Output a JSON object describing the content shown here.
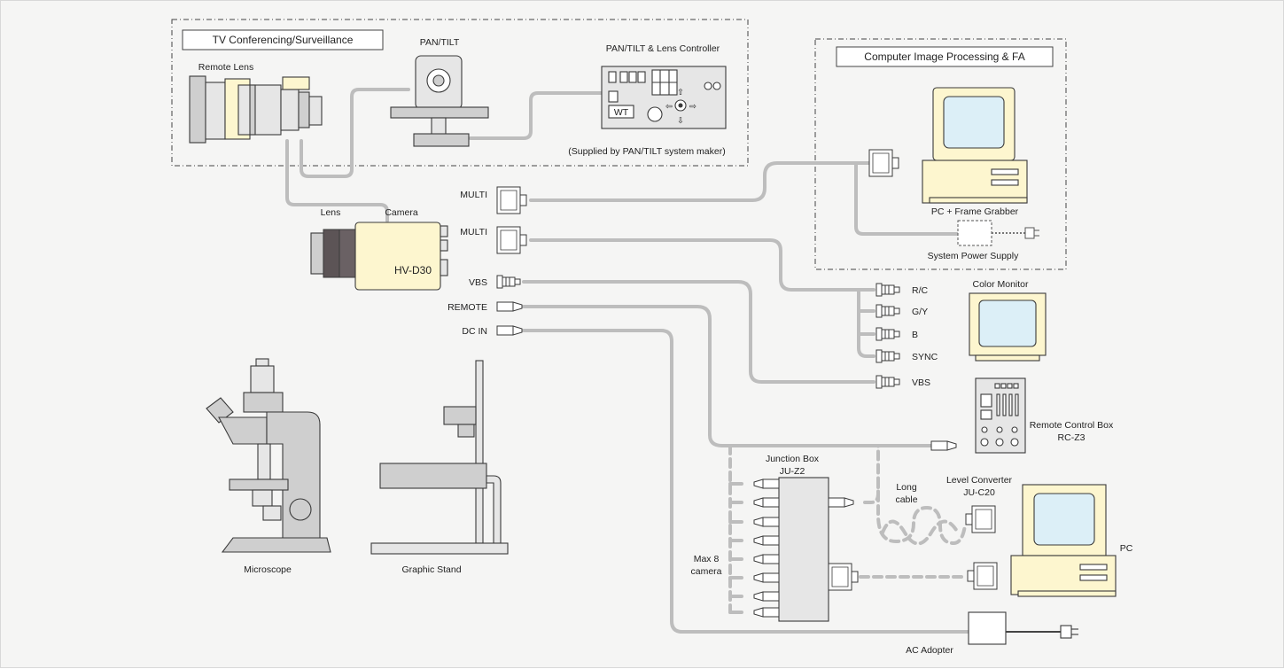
{
  "groups": {
    "tv_conferencing": "TV Conferencing/Surveillance",
    "computer_image": "Computer Image Processing & FA"
  },
  "labels": {
    "remote_lens": "Remote Lens",
    "pan_tilt": "PAN/TILT",
    "pan_tilt_controller": "PAN/TILT & Lens Controller",
    "supplied_by": "(Supplied by PAN/TILT system maker)",
    "controller_wt": "WT",
    "lens": "Lens",
    "camera": "Camera",
    "camera_model": "HV-D30",
    "pc_frame_grabber": "PC + Frame Grabber",
    "system_power_supply": "System Power Supply",
    "color_monitor": "Color Monitor",
    "remote_control_box": "Remote Control Box",
    "remote_control_box_model": "RC-Z3",
    "junction_box": "Junction Box",
    "junction_box_model": "JU-Z2",
    "level_converter": "Level Converter",
    "level_converter_model": "JU-C20",
    "long_cable_1": "Long",
    "long_cable_2": "cable",
    "pc": "PC",
    "max_cameras_1": "Max 8",
    "max_cameras_2": "camera",
    "ac_adapter": "AC Adopter",
    "microscope": "Microscope",
    "graphic_stand": "Graphic Stand"
  },
  "ports": {
    "multi_1": "MULTI",
    "multi_2": "MULTI",
    "vbs": "VBS",
    "remote": "REMOTE",
    "dc_in": "DC IN"
  },
  "monitor_inputs": {
    "rc": "R/C",
    "gy": "G/Y",
    "b": "B",
    "sync": "SYNC",
    "vbs": "VBS"
  },
  "colors": {
    "cable": "#bdbdbd",
    "camera_body": "#fdf6cf",
    "screen": "#dceff7",
    "background": "#f5f5f4"
  }
}
